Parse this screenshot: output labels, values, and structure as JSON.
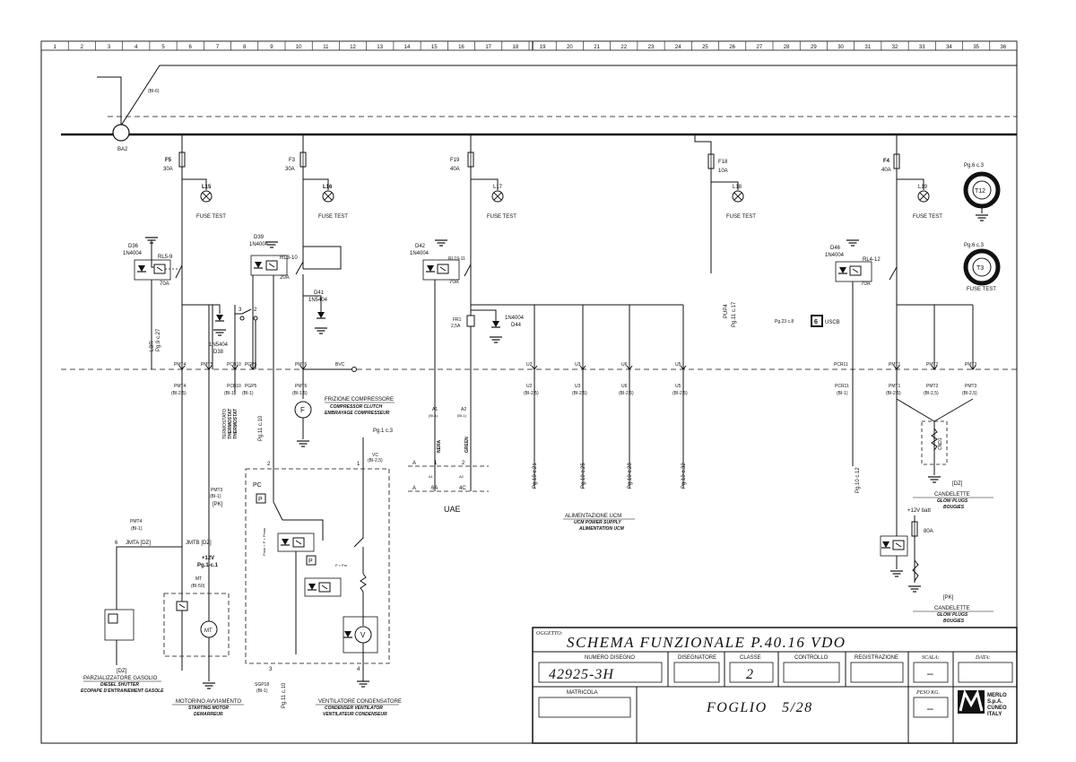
{
  "ruler": [
    "1",
    "2",
    "3",
    "4",
    "5",
    "6",
    "7",
    "8",
    "9",
    "10",
    "11",
    "12",
    "13",
    "14",
    "15",
    "16",
    "17",
    "18",
    "19",
    "20",
    "21",
    "22",
    "23",
    "24",
    "25",
    "26",
    "27",
    "28",
    "29",
    "30",
    "31",
    "32",
    "33",
    "34",
    "35",
    "36"
  ],
  "fuses": [
    {
      "name": "F5",
      "rating": "30A"
    },
    {
      "name": "F3",
      "rating": "30A"
    },
    {
      "name": "F19",
      "rating": "40A"
    },
    {
      "name": "F18",
      "rating": "10A"
    },
    {
      "name": "F4",
      "rating": "40A"
    }
  ],
  "lamps": [
    {
      "name": "L15",
      "label": "FUSE TEST"
    },
    {
      "name": "L16",
      "label": "FUSE TEST"
    },
    {
      "name": "L17",
      "label": "FUSE TEST"
    },
    {
      "name": "L18",
      "label": "FUSE TEST"
    },
    {
      "name": "L19",
      "label": "FUSE TEST"
    }
  ],
  "relays": [
    {
      "diode": "D36",
      "diode_type": "1N4004",
      "name": "RL5-9",
      "rating": "70A"
    },
    {
      "diode": "D39",
      "diode_type": "1N4004",
      "name": "RL3-10",
      "rating": "20A"
    },
    {
      "diode": "D42",
      "diode_type": "1N4004",
      "name": "RL19-11",
      "rating": "70A"
    },
    {
      "diode": "D46",
      "diode_type": "1N4004",
      "name": "RL4-12",
      "rating": "70A"
    }
  ],
  "labels": {
    "bi6": "(BI-6)",
    "ba2": "BA2",
    "d38": "D38",
    "d38_type": "1N5404",
    "d41": "D41",
    "d41_type": "1N5404",
    "d44": "D44",
    "d44_type": "1N4004",
    "fr1": "FR1",
    "fr1_rating": "2,5A",
    "lbr": "LBR",
    "lbr_ref": "Pg.9 c.27",
    "pup4": "PUP4",
    "pup4_ref": "Pg.11 c.17",
    "t12_ref": "Pg.6 c.3",
    "t12": "T12",
    "t3_ref": "Pg.6 c.3",
    "t3": "T3",
    "t3_label": "FUSE TEST",
    "uscb_ref": "Pg.23 c.8",
    "uscb_num": "6",
    "uscb": "USCB",
    "term_1": "3",
    "term_2": "2",
    "bvc": "BVC",
    "termostato": "TERMOSTATO",
    "termostato_en": "THERMOSTAT",
    "termostato_fr": "THERMOSTAT",
    "pg11c10_a": "Pg.11 c.10",
    "pg11c10_b": "Pg.11 c.10",
    "frizione": "FRIZIONE COMPRESSORE",
    "frizione_en": "COMPRESSOR CLUTCH",
    "frizione_fr": "EMBRAYAGE COMPRESSEUR",
    "f_motor": "F",
    "pg1c3": "Pg.1 c.3",
    "vc": "VC",
    "vc_bi": "(BI-2,5)",
    "node_1": "1",
    "node_2": "2",
    "node_3": "3",
    "node_4": "4",
    "pc": "PC",
    "p_letter": "P",
    "pmin": "Pmin < P < Pmax",
    "p_pm": "P > Pm",
    "v_motor": "V",
    "mt_motor": "MT",
    "mt": "MT",
    "mt_bi": "(BI-50)",
    "plus12v": "+12V",
    "pg1c1": "Pg.1-c.1",
    "jmta": "JMTA [DZ]",
    "jmtb": "JMTB [DZ]",
    "jmta_num": "6",
    "pmt3_pk": "PMT3",
    "pmt3_pk_bi": "(BI-1)",
    "pk": "[PK]",
    "pmt4_b": "PMT4",
    "pmt4_b_bi": "(BI-1)",
    "dz": "[DZ]",
    "parz": "PARZIALIZZATORE GASOLIO",
    "parz_en": "DIESEL SHUTTER",
    "parz_fr": "ECOPAPE D'ENTRAINEMENT GASOLE",
    "motorino": "MOTORINO AVVIAMENTO",
    "motorino_en": "STARTING MOTOR",
    "motorino_fr": "DEMARREUR",
    "sgp18": "SGP18",
    "sgp18_bi": "(BI-1)",
    "ventilatore": "VENTILATORE CONDENSATORE",
    "ventilatore_en": "CONDENSER VENTILATOR",
    "ventilatore_fr": "VENTILATEUR CONDENSEUR",
    "uae": "UAE",
    "uae_a1": "A",
    "uae_a2": "A",
    "uae_1": "1",
    "uae_2": "2",
    "uae_6a": "6A",
    "uae_4c": "4C",
    "uae_a1_pin": "A1",
    "uae_a2_pin": "A2",
    "uae_bi1": "(BI-1)",
    "uae_bi2": "(BI-1)",
    "nera": "NERA",
    "green": "GREEN",
    "alim": "ALIMENTAZIONE UCM",
    "alim_en": "UCM POWER SUPPLY",
    "alim_fr": "ALIMENTATION UCM",
    "candelette1": "CANDELETTE",
    "candelette1_en": "GLOW PLUGS",
    "candelette1_fr": "BOUGIES",
    "candelette1_dz": "[DZ]",
    "candelette2": "CANDELETTE",
    "candelette2_en": "GLOW PLUGS",
    "candelette2_fr": "BOUGIES",
    "candelette2_pk": "[PK]",
    "cnd1": "CND1",
    "plus12v_batt": "+12V batt",
    "fuse_80a": "80A",
    "pg10c12": "Pg.10 c.12",
    "pcr11": "PCR11",
    "pcr11_bi": "(BI-1)"
  },
  "bus_wires": [
    {
      "top": "PMT4",
      "mid": "PMT4",
      "bi": "(BI-2,5)"
    },
    {
      "top": "PMT5",
      "mid": "",
      "bi": ""
    },
    {
      "top": "PCB10",
      "mid": "PCB10",
      "bi": "(BI-1)"
    },
    {
      "top": "PGP5",
      "mid": "PGP5",
      "bi": "(BI-1)"
    },
    {
      "top": "PMT6",
      "mid": "PMT6",
      "bi": "(BI-1,5)"
    }
  ],
  "ucm_wires": [
    {
      "top": "U2",
      "mid": "U2",
      "bi": "(BI-2,5)",
      "ref": "Pg.10 c.21"
    },
    {
      "top": "U3",
      "mid": "U3",
      "bi": "(BI-2,5)",
      "ref": "Pg.10 c.25"
    },
    {
      "top": "U6",
      "mid": "U6",
      "bi": "(BI-2,5)",
      "ref": "Pg.10 c.28"
    },
    {
      "top": "U5",
      "mid": "U5",
      "bi": "(BI-2,5)",
      "ref": "Pg.10 c.32"
    }
  ],
  "glow_wires": [
    {
      "top": "PMT1",
      "mid": "PMT1",
      "bi": "(BI-2,5)"
    },
    {
      "top": "PMT2",
      "mid": "PMT2",
      "bi": "(BI-2,5)"
    },
    {
      "top": "PMT3",
      "mid": "PMT3",
      "bi": "(BI-2,5)"
    }
  ],
  "title_block": {
    "oggetto_label": "OGGETTO:",
    "oggetto": "SCHEMA FUNZIONALE P.40.16 VDO",
    "numero_label": "NUMERO DISEGNO",
    "numero": "42925-3H",
    "disegnatore_label": "DISEGNATORE",
    "disegnatore": "",
    "classe_label": "CLASSE",
    "classe": "2",
    "controllo_label": "CONTROLLO",
    "controllo": "",
    "registrazione_label": "REGISTRAZIONE",
    "registrazione": "",
    "scala_label": "SCALA:",
    "scala": "–",
    "data_label": "DATA:",
    "data": "",
    "matricola_label": "MATRICOLA",
    "matricola": "",
    "foglio": "FOGLIO   5/28",
    "peso_label": "PESO KG.",
    "peso": "–",
    "company_1": "MERLO",
    "company_2": "S.p.A.",
    "company_3": "CUNEO",
    "company_4": "ITALY"
  }
}
